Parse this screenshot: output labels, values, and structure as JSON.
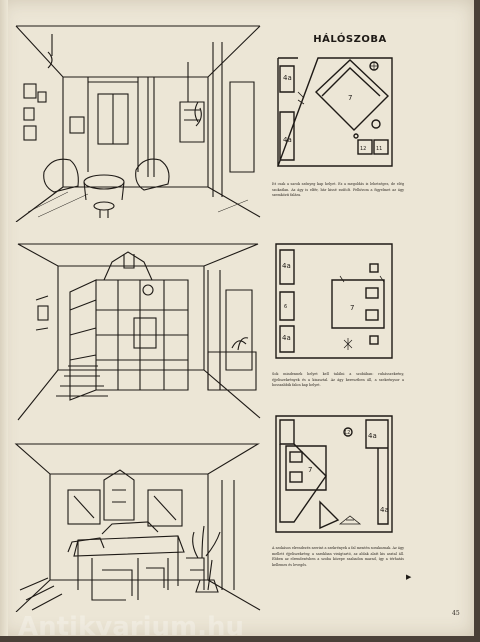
{
  "title": "HÁLÓSZOBA",
  "page_number": "45",
  "watermark": "Antikvarium.hu",
  "plan_labels": {
    "plan1": [
      "4a",
      "4a",
      "7",
      "12",
      "11"
    ],
    "plan2": [
      "4a",
      "6",
      "4a",
      "7"
    ],
    "plan3": [
      "12",
      "4a",
      "7",
      "4a"
    ]
  },
  "paragraphs": {
    "p1": "Itt csak a sarok szőnyeg kap helyet. Ez a megoldás is lehetséges, de elég szokatlan. Az ágy is elfér, bár kissé zsúfolt. Felhívom a figyelmet az ágy szemközti falára.",
    "p2": "Sok mindennek helyet kell találni a szobában: ruhásszekrény, éjjeliszekrények és a kisasztal. Az ágy keresztben áll, a szekrénysor a hosszabbik falon kap helyet.",
    "p3": "A szokásos elrendezés szerint a szekrények a fal mentén sorakoznak. Az ágy mellett éjjeliszekrény, a sarokban virágtartó, az ablak alatt kis asztal áll. Ebben az elrendezésben a szoba közepe szabadon marad, így a térhatás kellemes és levegős."
  }
}
